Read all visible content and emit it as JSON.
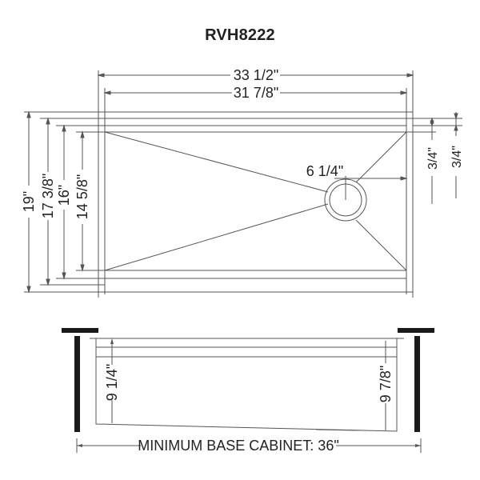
{
  "title": "RVH8222",
  "top_view": {
    "overall_width": "33 1/2\"",
    "bowl_width": "31 7/8\"",
    "overall_depth": "19\"",
    "depth_2": "17 3/8\"",
    "depth_3": "16\"",
    "bowl_depth": "14 5/8\"",
    "drain_offset": "6 1/4\"",
    "ledge_1": "3/4\"",
    "ledge_2": "3/4\""
  },
  "side_view": {
    "left_depth": "9 1/4\"",
    "right_depth": "9 7/8\"",
    "cabinet_label": "MINIMUM BASE CABINET: 36\""
  },
  "colors": {
    "line": "#555555",
    "text": "#222222",
    "cabinet": "#1a1a1a"
  }
}
